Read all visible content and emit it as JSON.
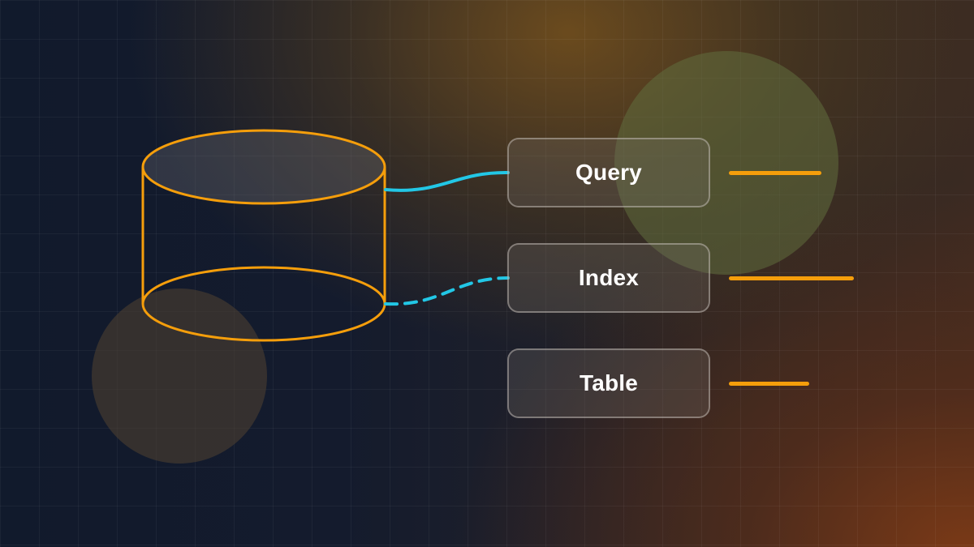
{
  "diagram": {
    "nodes": [
      {
        "id": "query",
        "label": "Query"
      },
      {
        "id": "index",
        "label": "Index"
      },
      {
        "id": "table",
        "label": "Table"
      }
    ],
    "connectors": [
      {
        "from": "database",
        "to": "query",
        "style": "solid"
      },
      {
        "from": "database",
        "to": "index",
        "style": "dashed"
      }
    ],
    "icon": "database-cylinder-icon"
  },
  "colors": {
    "background": "#101828",
    "cylinder_stroke": "#f59e0b",
    "connector": "#22c7e6",
    "accent_line": "#f59e0b",
    "node_text": "#ffffff"
  }
}
